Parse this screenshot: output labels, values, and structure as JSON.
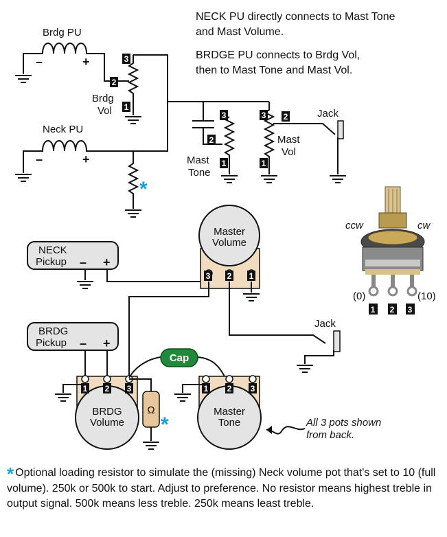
{
  "notes": {
    "line1": "NECK PU directly connects to Mast Tone",
    "line2": "and Mast Volume.",
    "line3": "BRDGE PU connects to Brdg Vol,",
    "line4": "then to Mast Tone and Mast Vol."
  },
  "schematic": {
    "bridge_pickup": "Brdg PU",
    "neck_pickup": "Neck PU",
    "bridge_vol_1": "Brdg",
    "bridge_vol_2": "Vol",
    "mast_tone_1": "Mast",
    "mast_tone_2": "Tone",
    "mast_vol_1": "Mast",
    "mast_vol_2": "Vol",
    "jack": "Jack",
    "minus": "–",
    "plus": "+",
    "asterisk": "*",
    "pin1": "1",
    "pin2": "2",
    "pin3": "3"
  },
  "pot_photo": {
    "ccw": "ccw",
    "cw": "cw",
    "zero": "(0)",
    "ten": "(10)",
    "lug1": "1",
    "lug2": "2",
    "lug3": "3"
  },
  "wiring": {
    "neck_pickup_1": "NECK",
    "neck_pickup_2": "Pickup",
    "bridge_pickup_1": "BRDG",
    "bridge_pickup_2": "Pickup",
    "master_volume_1": "Master",
    "master_volume_2": "Volume",
    "bridge_volume_1": "BRDG",
    "bridge_volume_2": "Volume",
    "master_tone_1": "Master",
    "master_tone_2": "Tone",
    "cap": "Cap",
    "resistor_symbol": "Ω",
    "jack": "Jack",
    "pots_note_1": "All 3 pots shown",
    "pots_note_2": "from back.",
    "minus": "–",
    "plus": "+",
    "asterisk": "*"
  },
  "footnote": {
    "star": "*",
    "text": "Optional loading resistor to simulate the (missing) Neck volume pot that's set to 10 (full volume).  250k or 500k to start.  Adjust to preference.  No resistor means highest treble in output signal.  500k means less treble.  250k means least treble."
  },
  "colors": {
    "accent_blue": "#1a9fd9",
    "cap_green": "#1e8a3a",
    "pot_plate": "#f2dcc0",
    "knob_gray": "#e4e4e4"
  }
}
